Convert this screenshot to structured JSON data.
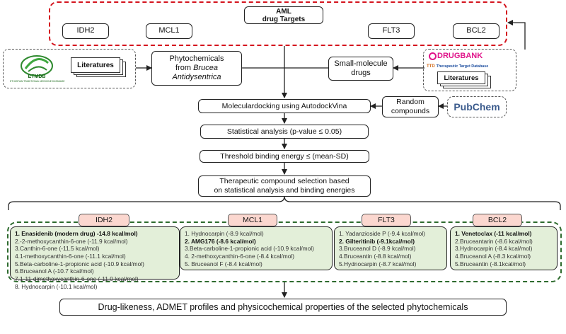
{
  "targets": {
    "title_line1": "AML",
    "title_line2": "drug  Targets",
    "items": [
      "IDH2",
      "MCL1",
      "FLT3",
      "BCL2"
    ]
  },
  "left_source": {
    "logo_text": "ETMDB",
    "logo_subtext": "ETHIOPIAN TRADITIONAL MEDICINE DATABASE",
    "literatures": "Literatures"
  },
  "right_source": {
    "drugbank": "DRUGBANK",
    "ttd": "Therapeutic Target Database",
    "literatures": "Literatures"
  },
  "pubchem": "PubChem",
  "phytochemicals_line1": "Phytochemicals",
  "phytochemicals_line2a": "from ",
  "phytochemicals_line2b": "Brucea",
  "phytochemicals_line3": "Antidysentrica",
  "small_molecule_line1": "Small-molecule",
  "small_molecule_line2": "drugs",
  "random_line1": "Random",
  "random_line2": "compounds",
  "steps": {
    "docking": "Moleculardocking using AutodockVina",
    "statistical": "Statistical analysis (p-value ≤ 0.05)",
    "threshold": "Threshold binding  energy  ≤ (mean-SD)",
    "selection_line1": "Therapeutic compound selection based",
    "selection_line2": "on statistical analysis and binding energies",
    "final": "Drug-likeness, ADMET profiles and physicochemical  properties of the selected phytochemicals"
  },
  "results": [
    {
      "target": "IDH2",
      "items": [
        {
          "text": "1. Enasidenib (modern drug) -14.8 kcal/mol)",
          "bold": true
        },
        {
          "text": "2.-2-methoxycanthin-6-one (-11.9 kcal/mol)",
          "bold": false
        },
        {
          "text": "3.Canthin-6-one  (-11.5 kcal/mol)",
          "bold": false
        },
        {
          "text": "4.1-methoxycanthin-6-one (-11.1 kcal/mol)",
          "bold": false
        },
        {
          "text": "5.Beta-carboline-1-propionic  acid  (-10.9 kcal/mol)",
          "bold": false
        },
        {
          "text": "6.Bruceanol A  (-10.7 kcal/mol)",
          "bold": false
        },
        {
          "text": "7.1-11-dimethoxycanthin-6-one (-11.0 kcal/mol)",
          "bold": false
        },
        {
          "text": "8. Hydnocarpin  (-10.1 kcal/mol)",
          "bold": false
        }
      ]
    },
    {
      "target": "MCL1",
      "items": [
        {
          "text": "1. Hydnocarpin  (-8.9 kcal/mol)",
          "bold": false
        },
        {
          "text": "2. AMG176 (-8.6 kcal/mol)",
          "bold": true
        },
        {
          "text": "3.Beta-carboline-1-propionic  acid  (-10.9 kcal/mol)",
          "bold": false
        },
        {
          "text": "4. 2-methoxycanthin-6-one  (-8.4 kcal/mol)",
          "bold": false
        },
        {
          "text": "5. Bruceanol F (-8.4 kcal/mol)",
          "bold": false
        }
      ]
    },
    {
      "target": "FLT3",
      "items": [
        {
          "text": "1. Yadanzioside P  (-9.4 kcal/mol)",
          "bold": false
        },
        {
          "text": "2. Gilteritinib  (-9.1kcal/mol)",
          "bold": true
        },
        {
          "text": "3.Bruceanol D   (-8.9 kcal/mol)",
          "bold": false
        },
        {
          "text": "4.Bruceantin   (-8.8 kcal/mol)",
          "bold": false
        },
        {
          "text": "5.Hydnocarpin  (-8.7 kcal/mol)",
          "bold": false
        }
      ]
    },
    {
      "target": "BCL2",
      "items": [
        {
          "text": "1. Venetoclax  (-11 kcal/mol)",
          "bold": true
        },
        {
          "text": "2.Bruceantarin   (-8.6 kcal/mol)",
          "bold": false
        },
        {
          "text": "3.Hydnocarpin    (-8.4 kcal/mol)",
          "bold": false
        },
        {
          "text": "4.Bruceanol A  (-8.3 kcal/mol)",
          "bold": false
        },
        {
          "text": "5.Bruceantin  (-8.1kcal/mol)",
          "bold": false
        }
      ]
    }
  ]
}
